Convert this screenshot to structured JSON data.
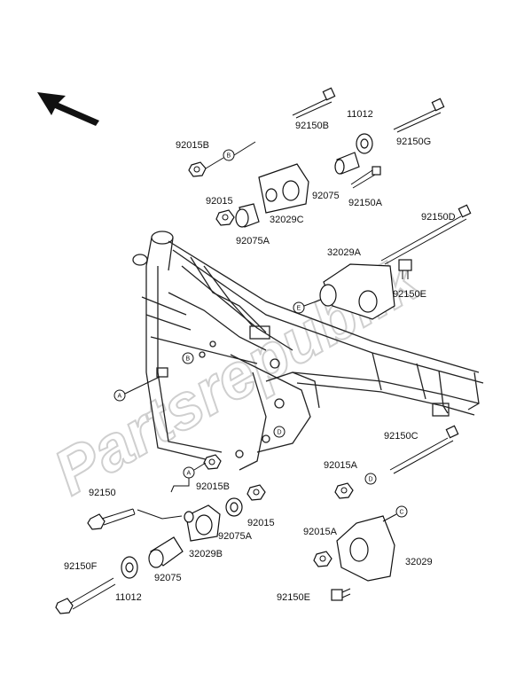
{
  "watermark": "Partsrepublik",
  "labels": {
    "p92015B_top": "92015B",
    "p92150B": "92150B",
    "p11012_top": "11012",
    "p92150G": "92150G",
    "p92015_top": "92015",
    "p32029C": "32029C",
    "p92075_top": "92075",
    "p92150A": "92150A",
    "p92075A_top": "92075A",
    "p92150D": "92150D",
    "p32029A": "32029A",
    "p92150E_top": "92150E",
    "p92150C": "92150C",
    "p92015A_mid": "92015A",
    "p92015B_bot": "92015B",
    "p92150": "92150",
    "p92015_bot": "92015",
    "p92075A_bot": "92075A",
    "p32029B": "32029B",
    "p92015A_bot": "92015A",
    "p32029": "32029",
    "p92150F": "92150F",
    "p11012_bot": "11012",
    "p92075_bot": "92075",
    "p92150E_bot": "92150E"
  },
  "callouts": {
    "A": "A",
    "B": "B",
    "C": "C",
    "D": "D",
    "E": "E"
  },
  "icons": {
    "arrow": "direction-arrow-icon"
  }
}
